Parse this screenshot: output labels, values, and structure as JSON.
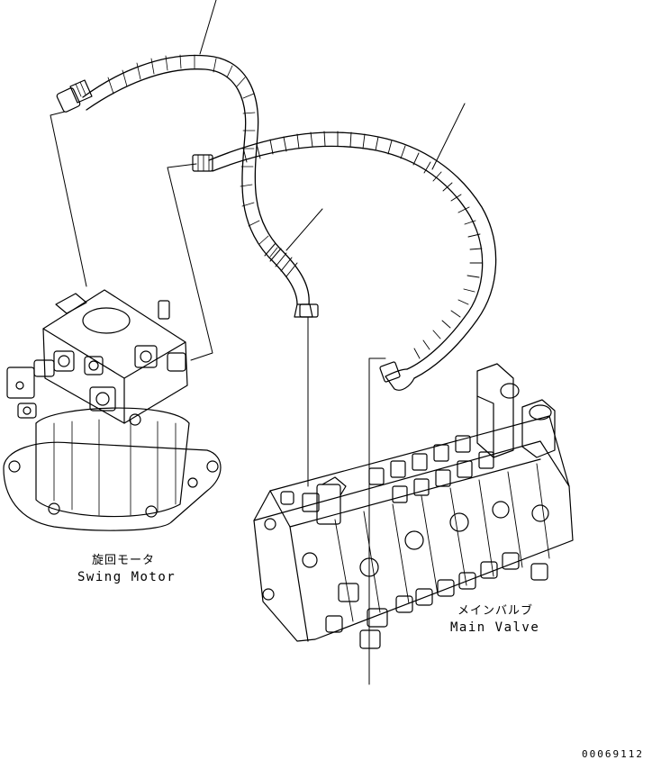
{
  "labels": {
    "swing_motor_jp": "旋回モータ",
    "swing_motor_en": "Swing Motor",
    "main_valve_jp": "メインバルブ",
    "main_valve_en": "Main Valve",
    "drawing_code": "00069112"
  },
  "colors": {
    "line": "#000000",
    "background": "#ffffff"
  }
}
